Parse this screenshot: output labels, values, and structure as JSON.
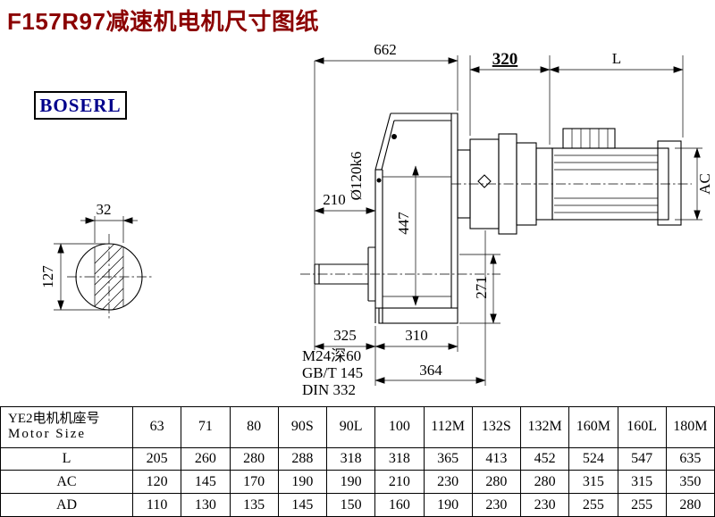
{
  "title": "F157R97减速机电机尺寸图纸",
  "logo": "BOSERL",
  "drawing": {
    "dims": {
      "d662": "662",
      "d320": "320",
      "dL": "L",
      "dAC": "AC",
      "d32": "32",
      "d127": "127",
      "d210": "210",
      "d120": "Ø120k6",
      "d447": "447",
      "d271": "271",
      "d325": "325",
      "d310": "310",
      "d364": "364"
    },
    "notes": [
      "M24深60",
      "GB/T 145",
      "DIN 332"
    ]
  },
  "table": {
    "row_header_cn": "YE2电机机座号",
    "row_header_en": "Motor Size",
    "sizes": [
      "63",
      "71",
      "80",
      "90S",
      "90L",
      "100",
      "112M",
      "132S",
      "132M",
      "160M",
      "160L",
      "180M"
    ],
    "rows": [
      {
        "label": "L",
        "values": [
          "205",
          "260",
          "280",
          "288",
          "318",
          "318",
          "365",
          "413",
          "452",
          "524",
          "547",
          "635"
        ]
      },
      {
        "label": "AC",
        "values": [
          "120",
          "145",
          "170",
          "190",
          "190",
          "210",
          "230",
          "280",
          "280",
          "315",
          "315",
          "350"
        ]
      },
      {
        "label": "AD",
        "values": [
          "110",
          "130",
          "135",
          "145",
          "150",
          "160",
          "190",
          "230",
          "230",
          "255",
          "255",
          "280"
        ]
      }
    ]
  },
  "colors": {
    "title": "#8B0000",
    "logo_text": "#00008B",
    "line": "#000000"
  }
}
